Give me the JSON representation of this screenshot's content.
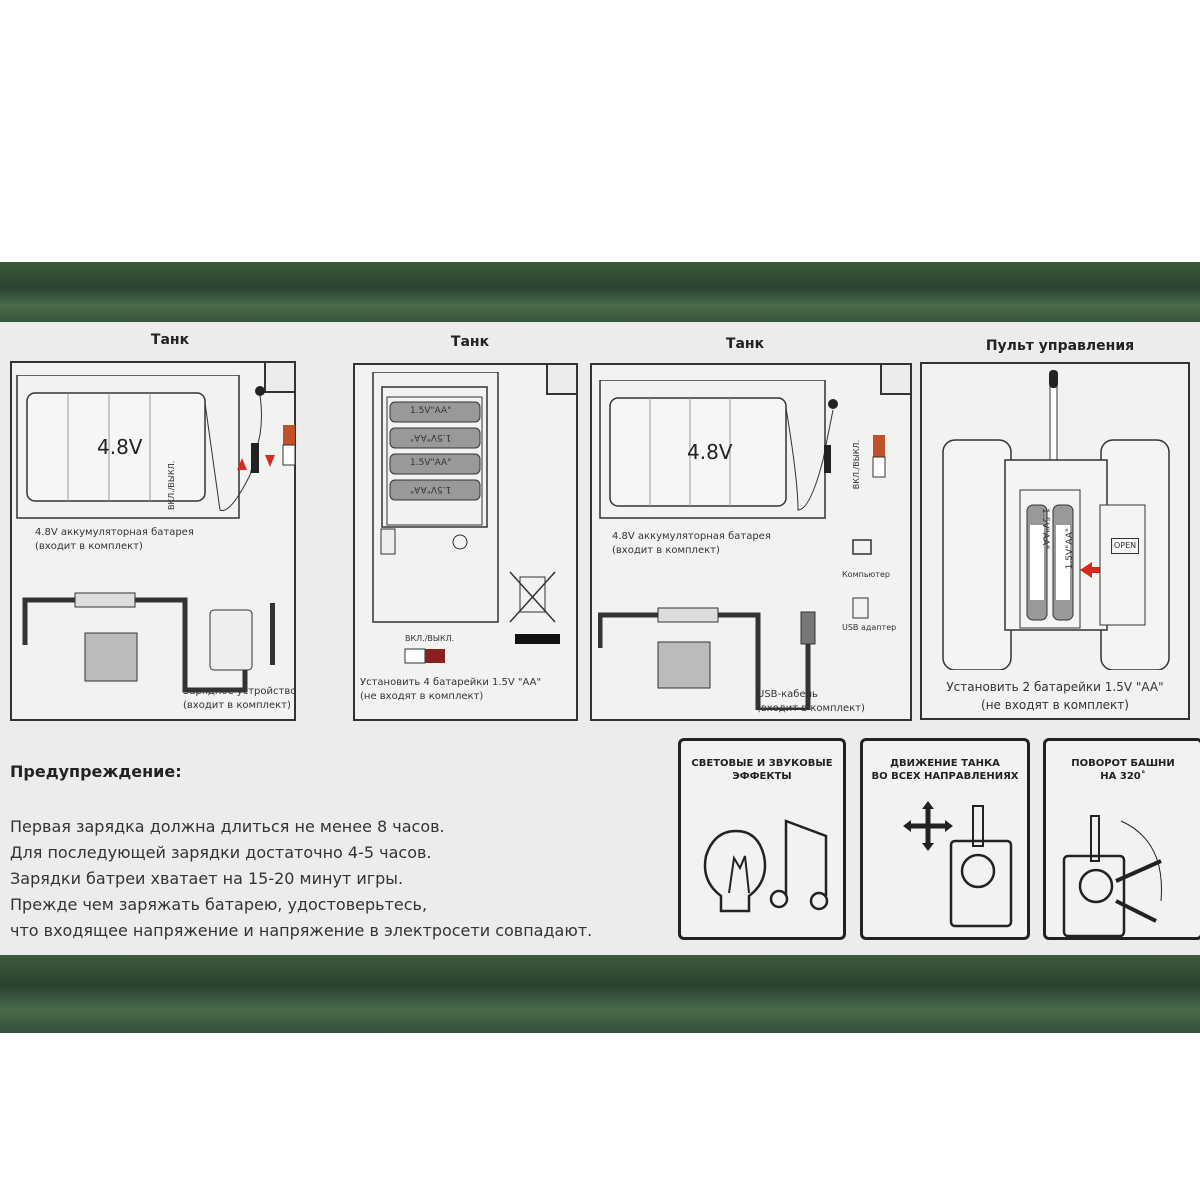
{
  "panels": [
    {
      "title": "Танк",
      "voltage": "4.8V",
      "switch_label": "ВКЛ./ВЫКЛ.",
      "battery_caption_1": "4.8V аккумуляторная батарея",
      "battery_caption_2": "(входит в комплект)",
      "charger_caption_1": "Зарядное устройство",
      "charger_caption_2": "(входит в комплект)"
    },
    {
      "title": "Танк",
      "battery_labels": [
        "1.5V\"AA\"",
        "1.5V\"AA\"",
        "1.5V\"AA\"",
        "1.5V\"AA\""
      ],
      "switch_label": "ВКЛ./ВЫКЛ.",
      "caption_1": "Установить  4 батарейки 1.5V \"AA\"",
      "caption_2": "(не входят в комплект)"
    },
    {
      "title": "Танк",
      "voltage": "4.8V",
      "switch_label": "ВКЛ./ВЫКЛ.",
      "battery_caption_1": "4.8V аккумуляторная батарея",
      "battery_caption_2": "(входит в комплект)",
      "computer_label": "Компьютер",
      "usb_adapter_label": "USB адаптер",
      "cable_caption_1": "USB-кабель",
      "cable_caption_2": "(входит в комплект)"
    },
    {
      "title": "Пульт управления",
      "battery_labels": [
        "1.5V\"AA\"",
        "1.5V\"AA\""
      ],
      "open_label": "OPEN",
      "caption_1": "Установить 2 батарейки 1.5V \"AA\"",
      "caption_2": "(не входят в комплект)"
    }
  ],
  "warning": {
    "heading": "Предупреждение:",
    "lines": [
      "Первая зарядка должна длиться не менее 8 часов.",
      "Для последующей зарядки достаточно 4-5 часов.",
      "Зарядки батреи хватает на 15-20 минут игры.",
      "Прежде чем заряжать батарею, удостоверьтесь,",
      "что входящее напряжение и напряжение в электросети совпадают."
    ]
  },
  "features": [
    {
      "line1": "СВЕТОВЫЕ И ЗВУКОВЫЕ",
      "line2": "ЭФФЕКТЫ"
    },
    {
      "line1": "ДВИЖЕНИЕ ТАНКА",
      "line2": "ВО ВСЕХ НАПРАВЛЕНИЯХ"
    },
    {
      "line1": "ПОВОРОТ БАШНИ",
      "line2": "НА 320˚"
    }
  ],
  "colors": {
    "green": "#2f4a35",
    "panel": "#ececea",
    "red": "#c0302a"
  }
}
